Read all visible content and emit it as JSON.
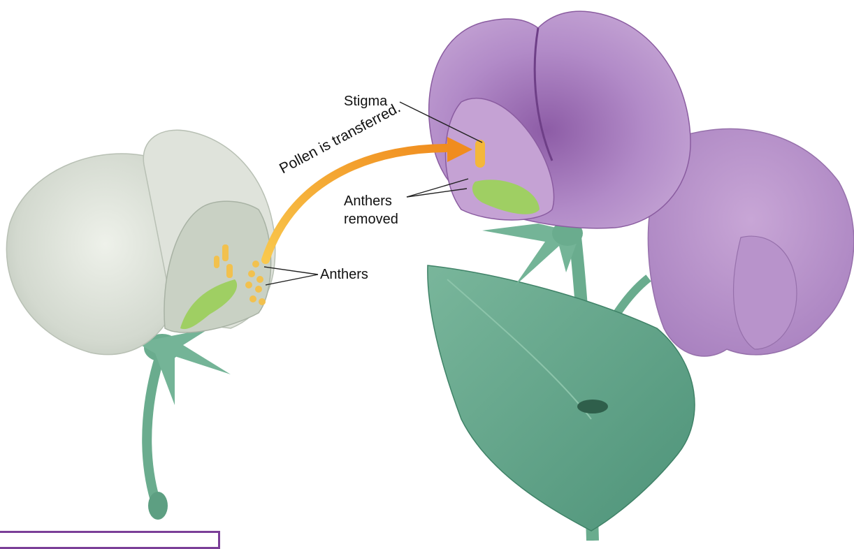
{
  "diagram": {
    "labels": {
      "stigma": "Stigma",
      "pollen_transfer": "Pollen is transferred.",
      "anthers_removed_line1": "Anthers",
      "anthers_removed_line2": "removed",
      "anthers": "Anthers"
    },
    "colors": {
      "left_flower_petal": "#d6dbd3",
      "right_flower_petal": "#b58ac8",
      "leaf": "#5fa287",
      "stem": "#6aac8e",
      "arrow": "#f5a623",
      "anther": "#f2c14e",
      "caption_border": "#7b3f98"
    }
  }
}
